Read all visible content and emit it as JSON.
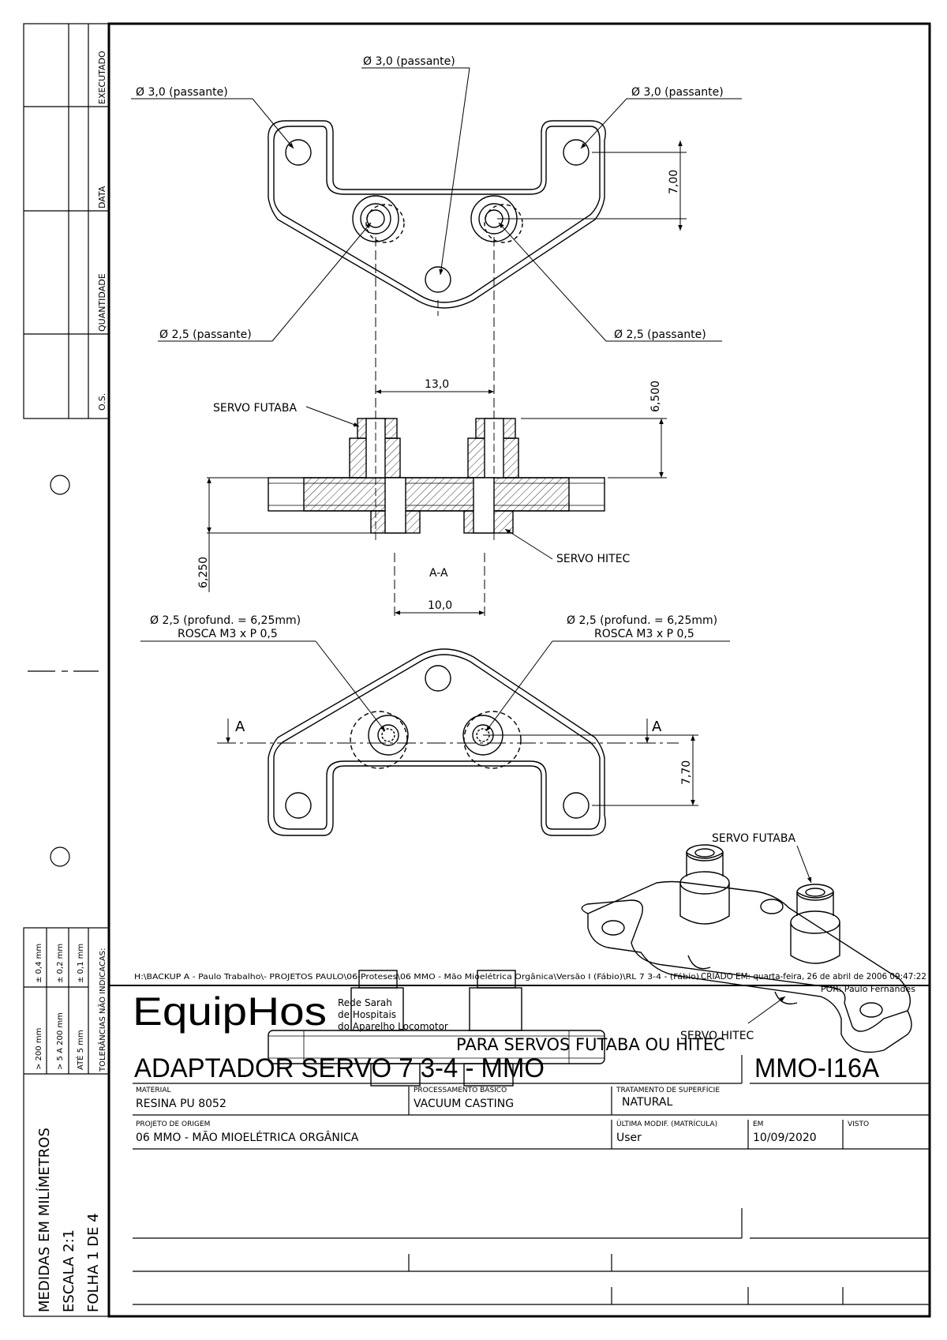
{
  "left_margin": {
    "columns": [
      "EXECUTADO",
      "DATA",
      "QUANTIDADE",
      "O.S."
    ],
    "tolerances_header": "TOLERÂNCIAS NÃO INDICACAS:",
    "tolerances": [
      {
        "range": "> 200 mm",
        "tol": "± 0,4 mm"
      },
      {
        "range": "> 5 A 200 mm",
        "tol": "± 0,2 mm"
      },
      {
        "range": "ATÉ 5 mm",
        "tol": "± 0,1 mm"
      }
    ],
    "units": "MEDIDAS EM MILÍMETROS",
    "scale": "ESCALA 2:1",
    "sheet": "FOLHA 1 DE 4"
  },
  "top_view": {
    "top_hole_note": "Ø 3,0  (passante)",
    "left_hole_note": "Ø 3,0  (passante)",
    "right_hole_note": "Ø 3,0  (passante)",
    "left_small_hole_note": "Ø 2,5  (passante)",
    "right_small_hole_note": "Ø 2,5  (passante)",
    "dim_height": "7,00"
  },
  "section_view": {
    "dim_spacing": "13,0",
    "dim_height_top": "6,500",
    "dim_height_bottom": "6,250",
    "label_futaba": "SERVO FUTABA",
    "label_hitec": "SERVO HITEC",
    "section_name": "A-A"
  },
  "bottom_view": {
    "dim_spacing": "10,0",
    "left_note_line1": "Ø 2,5  (profund. = 6,25mm)",
    "left_note_line2": "ROSCA M3 x P 0,5",
    "right_note_line1": "Ø 2,5  (profund. = 6,25mm)",
    "right_note_line2": "ROSCA M3 x P 0,5",
    "section_marker_left": "A",
    "section_marker_right": "A",
    "dim_height": "7,70"
  },
  "iso_view": {
    "label_futaba": "SERVO FUTABA",
    "label_hitec": "SERVO HITEC"
  },
  "title_block": {
    "file_path": "H:\\BACKUP A - Paulo Trabalho\\- PROJETOS PAULO\\06-Proteses\\06 MMO - Mão Mioelétrica Orgânica\\Versão I (Fábio)\\RL 7 3-4 - (Fábio)",
    "created": "CRIADO EM: quarta-feira, 26 de abril de 2006 09:47:22",
    "author": "POR: Paulo Fernandes",
    "logo": "EquipHos",
    "org_line1": "Rede Sarah",
    "org_line2": "de Hospitais",
    "org_line3": "do Aparelho Locomotor",
    "subtitle": "PARA SERVOS FUTABA OU HITEC",
    "title": "ADAPTADOR SERVO 7 3-4 - MMO",
    "code": "MMO-I16A",
    "material_label": "MATERIAL",
    "material_value": "RESINA PU 8052",
    "process_label": "PROCESSAMENTO BÁSICO",
    "process_value": "VACUUM CASTING",
    "surface_label": "TRATAMENTO DE SUPERFÍCIE",
    "surface_value": "NATURAL",
    "origin_label": "PROJETO DE ORIGEM",
    "origin_value": "06 MMO - MÃO MIOELÉTRICA ORGÂNICA",
    "lastmod_label": "ÚLTIMA MODIF. (MATRÍCULA)",
    "lastmod_value": "User",
    "date_label": "EM",
    "date_value": "10/09/2020",
    "visto_label": "VISTO"
  }
}
